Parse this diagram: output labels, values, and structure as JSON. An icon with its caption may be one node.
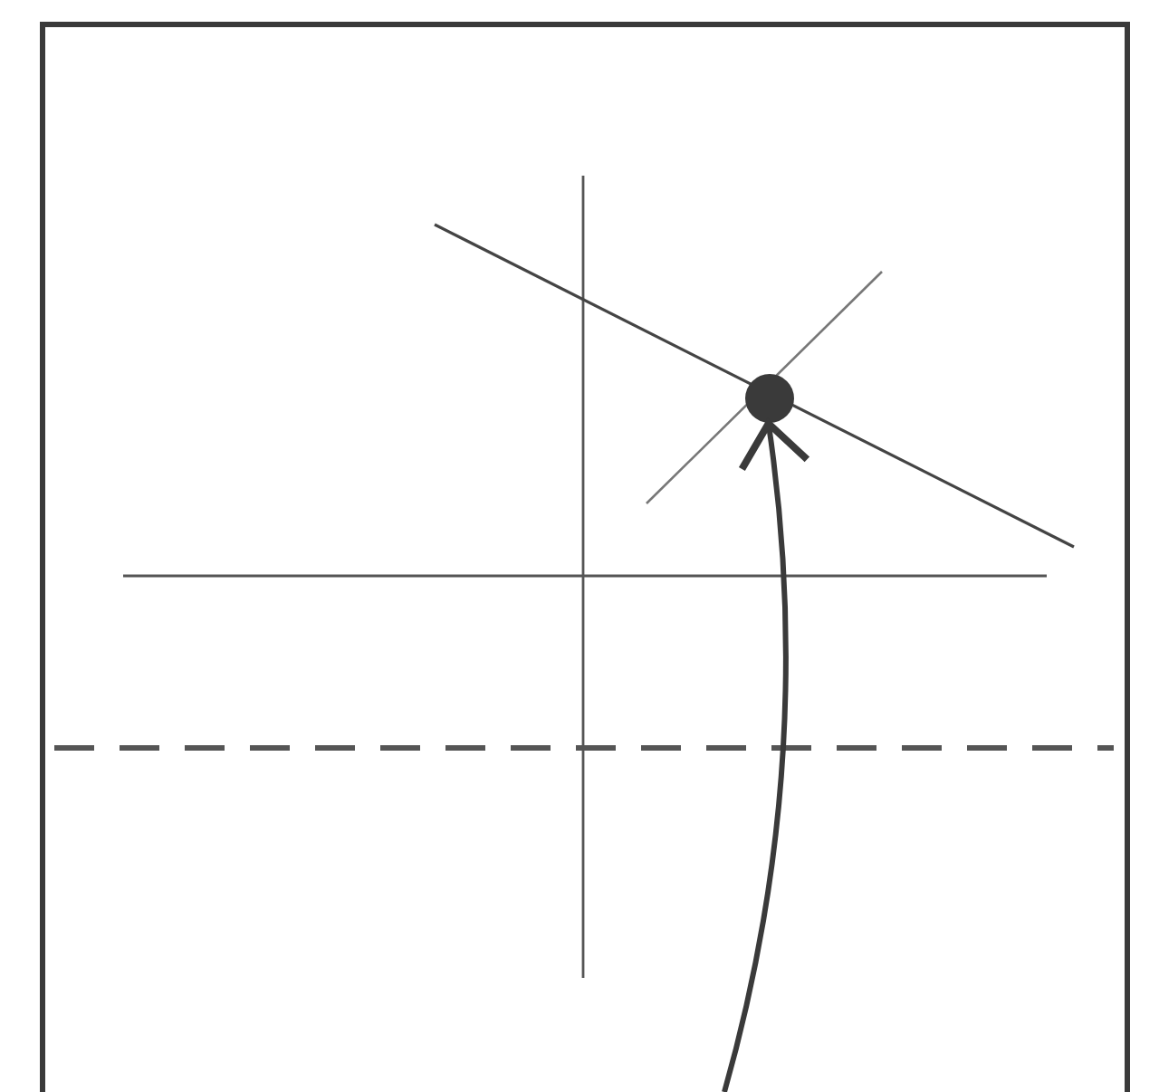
{
  "diagram": {
    "nodes": [
      {
        "text": [],
        "shape": "box"
      },
      {
        "text": [],
        "shape": "circle",
        "in": 0
      }
    ],
    "edges": [
      {
        "from": null,
        "to": 1,
        "arrow": "to"
      }
    ]
  }
}
